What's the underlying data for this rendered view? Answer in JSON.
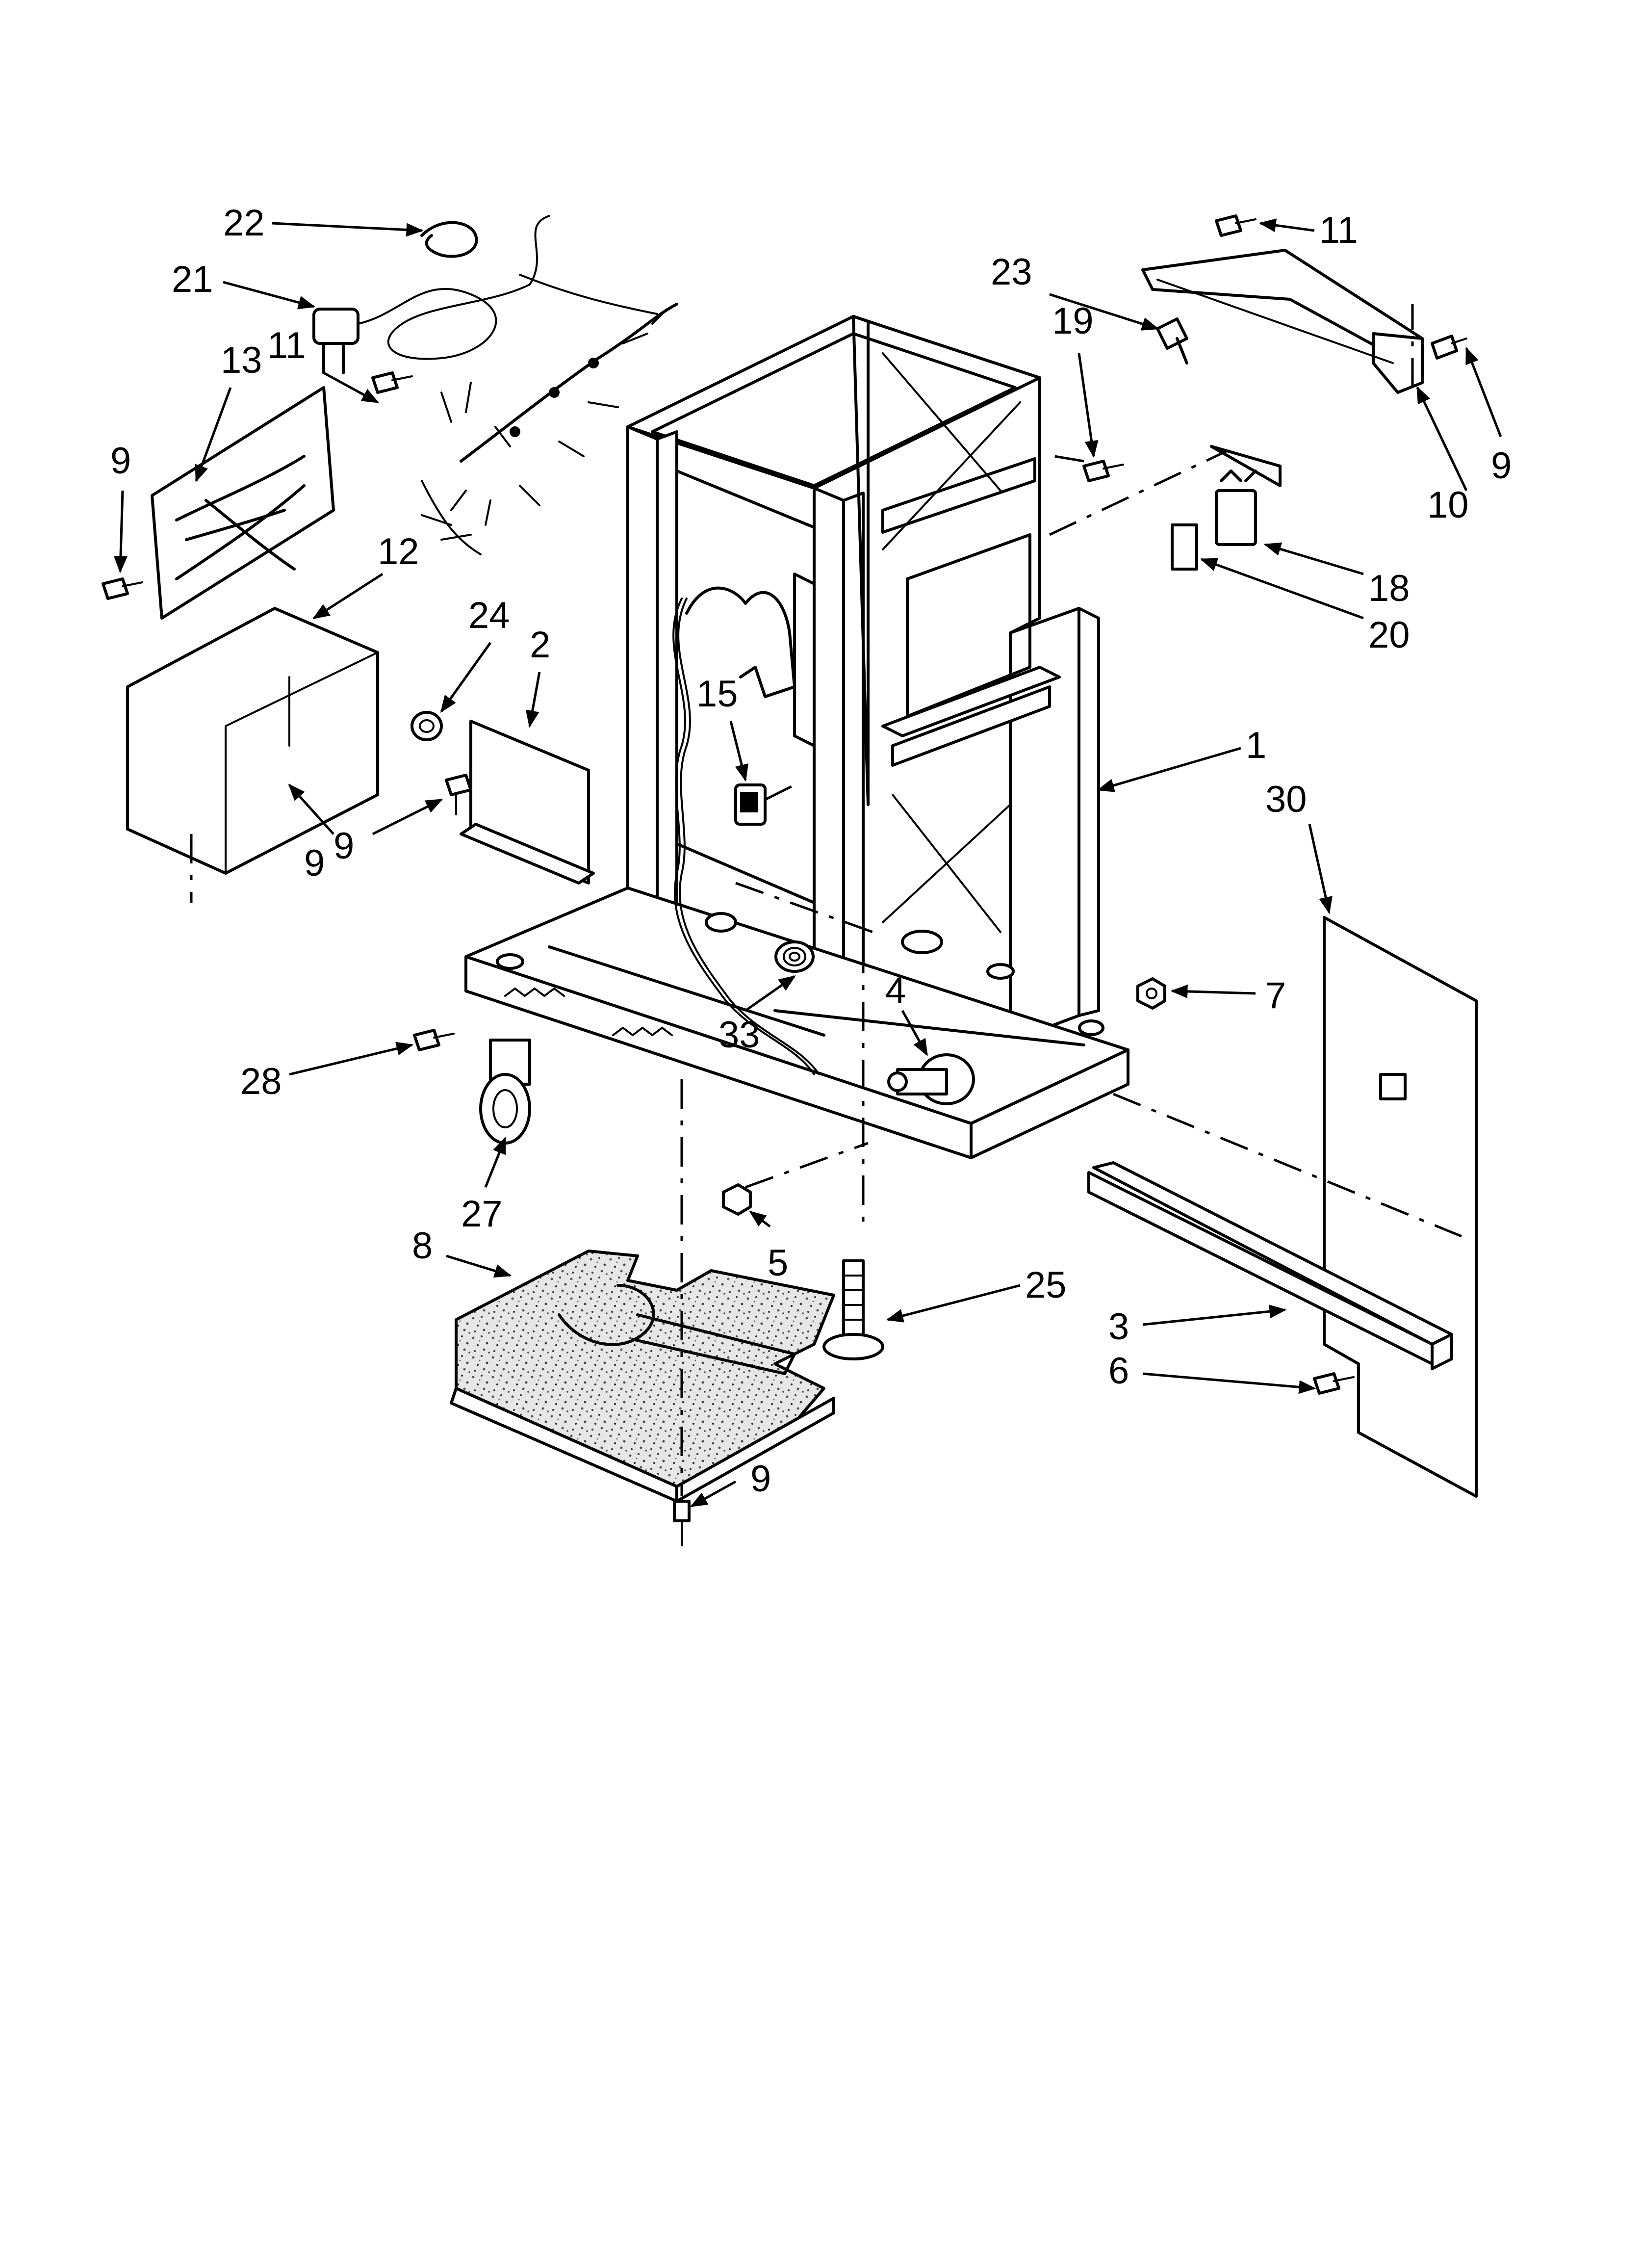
{
  "diagram": {
    "callouts": [
      {
        "id": "22a",
        "label": "22"
      },
      {
        "id": "21a",
        "label": "21"
      },
      {
        "id": "13a",
        "label": "13"
      },
      {
        "id": "11a",
        "label": "11"
      },
      {
        "id": "9a",
        "label": "9"
      },
      {
        "id": "12a",
        "label": "12"
      },
      {
        "id": "24a",
        "label": "24"
      },
      {
        "id": "2a",
        "label": "2"
      },
      {
        "id": "9b",
        "label": "9"
      },
      {
        "id": "9c",
        "label": "9"
      },
      {
        "id": "15a",
        "label": "15"
      },
      {
        "id": "23a",
        "label": "23"
      },
      {
        "id": "19a",
        "label": "19"
      },
      {
        "id": "11b",
        "label": "11"
      },
      {
        "id": "9d",
        "label": "9"
      },
      {
        "id": "10a",
        "label": "10"
      },
      {
        "id": "18a",
        "label": "18"
      },
      {
        "id": "20a",
        "label": "20"
      },
      {
        "id": "1a",
        "label": "1"
      },
      {
        "id": "30a",
        "label": "30"
      },
      {
        "id": "7a",
        "label": "7"
      },
      {
        "id": "33a",
        "label": "33"
      },
      {
        "id": "4a",
        "label": "4"
      },
      {
        "id": "28a",
        "label": "28"
      },
      {
        "id": "27a",
        "label": "27"
      },
      {
        "id": "5a",
        "label": "5"
      },
      {
        "id": "8a",
        "label": "8"
      },
      {
        "id": "25a",
        "label": "25"
      },
      {
        "id": "3a",
        "label": "3"
      },
      {
        "id": "6a",
        "label": "6"
      },
      {
        "id": "9e",
        "label": "9"
      }
    ]
  }
}
